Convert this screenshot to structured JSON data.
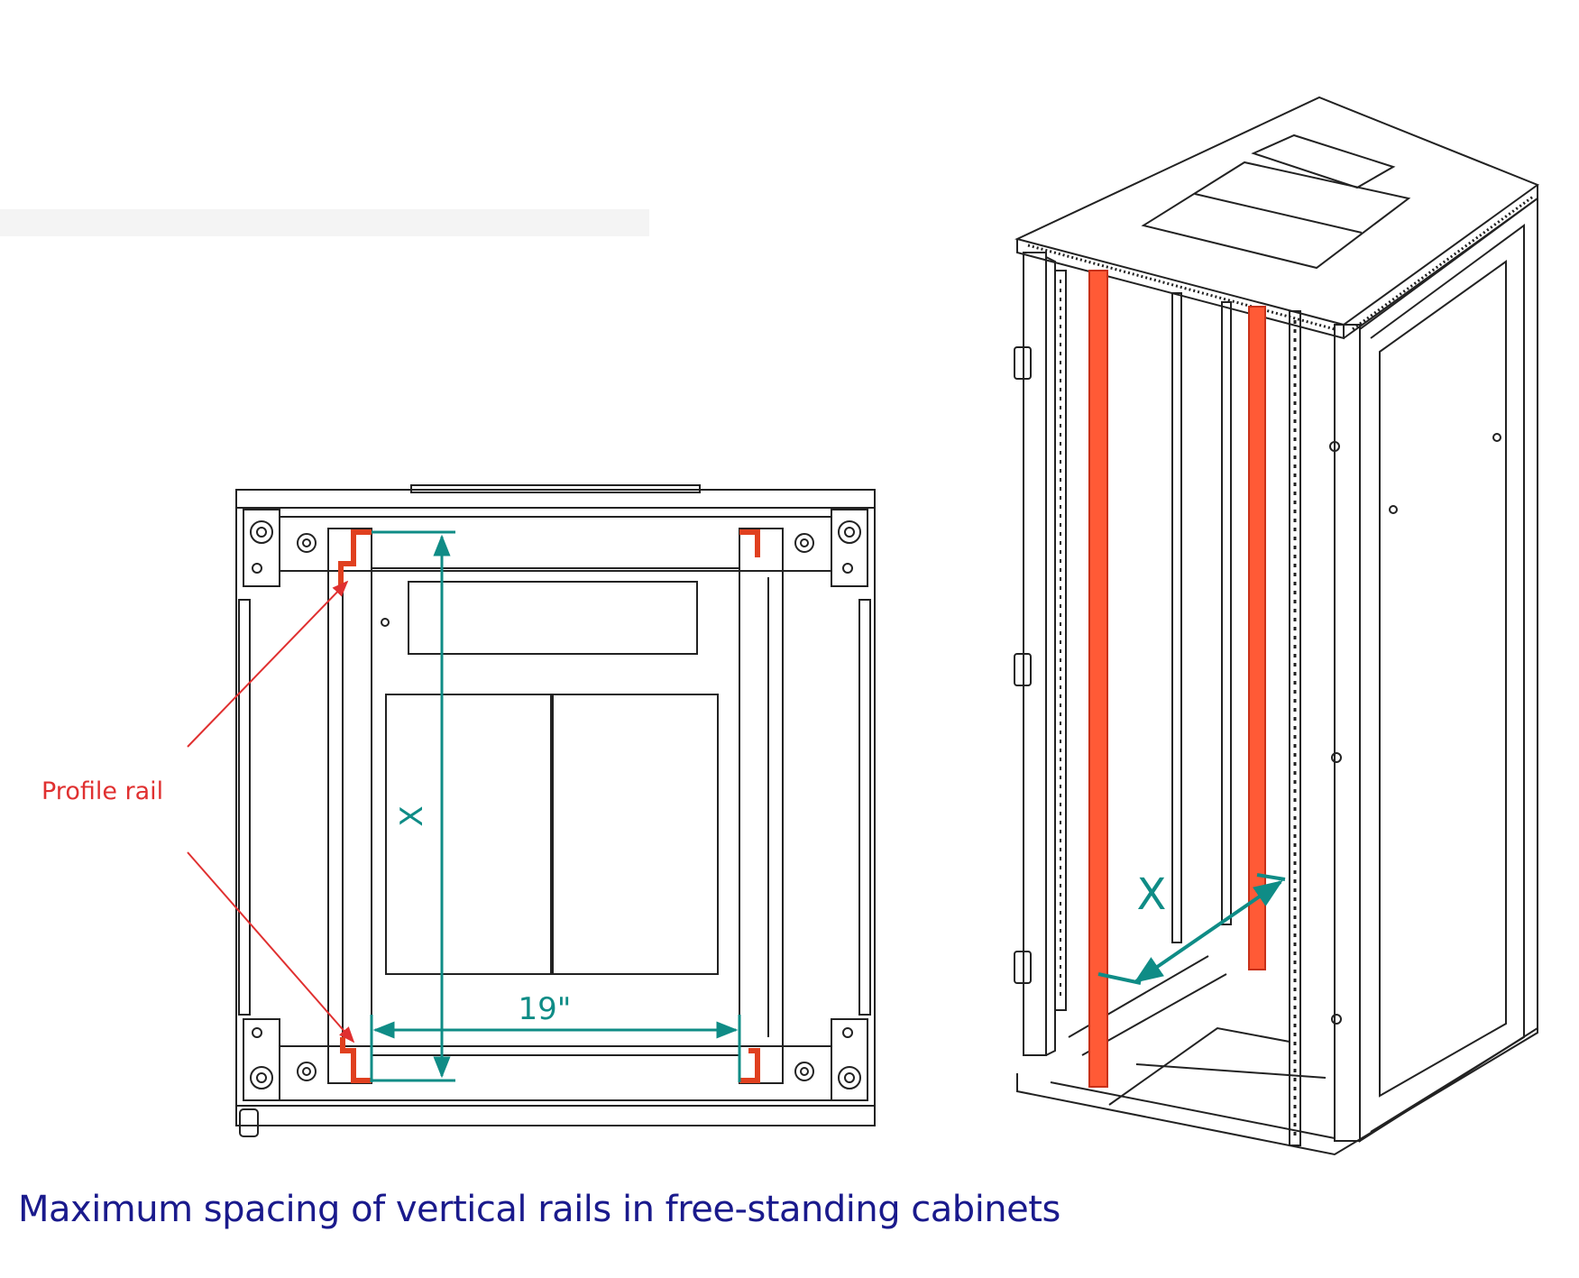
{
  "caption": "Maximum spacing of vertical rails in free-standing cabinets",
  "labels": {
    "profile_rail": "Profile rail",
    "width_19in": "19\"",
    "dimension_x_top_view": "X",
    "dimension_x_iso_view": "X"
  },
  "colors": {
    "caption": "#1a1a8c",
    "profile_rail": "#e0401f",
    "dimension": "#0f8c86",
    "line": "#222222",
    "leader": "#e03030"
  }
}
